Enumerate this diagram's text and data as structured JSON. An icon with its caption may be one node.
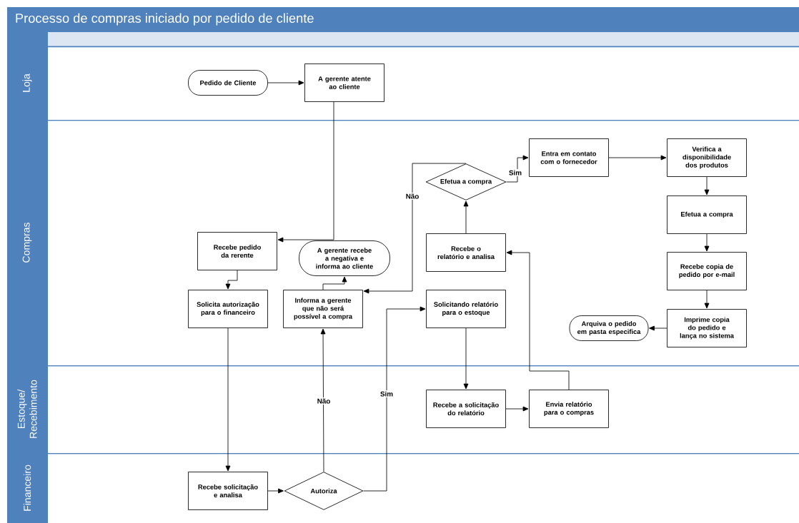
{
  "diagram": {
    "title": "Processo de compras iniciado por pedido de cliente",
    "nodes": [
      {
        "text": [
          "Loja"
        ]
      },
      {
        "text": [
          "Pedido de Cliente"
        ],
        "in": 0
      },
      {
        "text": [
          "A gerente atente ao cliente"
        ],
        "in": 0
      },
      {
        "text": [
          "Compras"
        ]
      },
      {
        "text": [
          "Recebe pedido da rerente"
        ],
        "in": 3
      },
      {
        "text": [
          "A gerente recebe a negativa e informa ao cliente"
        ],
        "in": 3
      },
      {
        "text": [
          "Solicita autorização para o financeiro"
        ],
        "in": 3
      },
      {
        "text": [
          "Informa a gerente que não será possível a compra"
        ],
        "in": 3
      },
      {
        "text": [
          "Efetua a compra"
        ],
        "in": 3
      },
      {
        "text": [
          "Entra em contato com o fornecedor"
        ],
        "in": 3
      },
      {
        "text": [
          "Verifica a disponibilidade dos produtos"
        ],
        "in": 3
      },
      {
        "text": [
          "Recebe o relatório e analisa"
        ],
        "in": 3
      },
      {
        "text": [
          "Efetua a compra"
        ],
        "in": 3
      },
      {
        "text": [
          "Recebe copia de pedido por e-mail"
        ],
        "in": 3
      },
      {
        "text": [
          "Solicitando relatório para o estoque"
        ],
        "in": 3
      },
      {
        "text": [
          "Arquiva o pedido em pasta especifica"
        ],
        "in": 3
      },
      {
        "text": [
          "Imprime copia do pedido e lança no sistema"
        ],
        "in": 3
      },
      {
        "text": [
          "Estoque/ Recebimento"
        ]
      },
      {
        "text": [
          "Recebe a solicitação do relatório"
        ],
        "in": 17
      },
      {
        "text": [
          "Envia relatório para o compras"
        ],
        "in": 17
      },
      {
        "text": [
          "Financeiro"
        ]
      },
      {
        "text": [
          "Recebe solicitação e analisa"
        ],
        "in": 20
      },
      {
        "text": [
          "Autoriza"
        ],
        "in": 20
      }
    ],
    "edges": [
      {
        "from": 1,
        "to": 2,
        "arrow": "to"
      },
      {
        "from": 2,
        "to": 4,
        "arrow": "to"
      },
      {
        "from": 4,
        "to": 6,
        "arrow": "to"
      },
      {
        "from": 7,
        "to": 5,
        "arrow": "to"
      },
      {
        "from": 6,
        "to": 21,
        "arrow": "to"
      },
      {
        "from": 21,
        "to": 22,
        "arrow": "to"
      },
      {
        "from": 22,
        "to": 7,
        "arrow": "to",
        "label": "Não"
      },
      {
        "from": 22,
        "to": 14,
        "arrow": "to",
        "label": "Sim"
      },
      {
        "from": 14,
        "to": 18,
        "arrow": "to"
      },
      {
        "from": 18,
        "to": 19,
        "arrow": "to"
      },
      {
        "from": 19,
        "to": 11,
        "arrow": "to"
      },
      {
        "from": 11,
        "to": 8,
        "arrow": "to"
      },
      {
        "from": 8,
        "to": 7,
        "arrow": "to",
        "label": "Não"
      },
      {
        "from": 8,
        "to": 9,
        "arrow": "to",
        "label": "Sim"
      },
      {
        "from": 9,
        "to": 10,
        "arrow": "to"
      },
      {
        "from": 10,
        "to": 12,
        "arrow": "to"
      },
      {
        "from": 12,
        "to": 13,
        "arrow": "to"
      },
      {
        "from": 13,
        "to": 16,
        "arrow": "to"
      },
      {
        "from": 16,
        "to": 15,
        "arrow": "to"
      }
    ]
  }
}
